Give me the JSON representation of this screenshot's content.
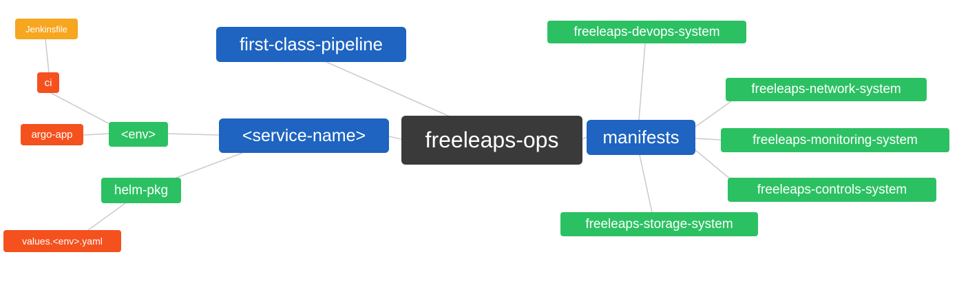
{
  "colors": {
    "background": "#ffffff",
    "text": "#ffffff",
    "edge": "#cccccc",
    "root_bg": "#3a3a3a",
    "branch_bg": "#1e64c0",
    "leaf_green_bg": "#2bc162",
    "leaf_red_bg": "#f4511e",
    "leaf_amber_bg": "#f6a61f"
  },
  "nodes": {
    "root": {
      "label": "freeleaps-ops"
    },
    "first_class_pipeline": {
      "label": "first-class-pipeline"
    },
    "service_name": {
      "label": "<service-name>"
    },
    "manifests": {
      "label": "manifests"
    },
    "env": {
      "label": "<env>"
    },
    "helm_pkg": {
      "label": "helm-pkg"
    },
    "ci": {
      "label": "ci"
    },
    "argo_app": {
      "label": "argo-app"
    },
    "jenkinsfile": {
      "label": "Jenkinsfile"
    },
    "values_env_yaml": {
      "label": "values.<env>.yaml"
    },
    "devops_system": {
      "label": "freeleaps-devops-system"
    },
    "network_system": {
      "label": "freeleaps-network-system"
    },
    "monitoring_system": {
      "label": "freeleaps-monitoring-system"
    },
    "controls_system": {
      "label": "freeleaps-controls-system"
    },
    "storage_system": {
      "label": "freeleaps-storage-system"
    }
  },
  "edges": [
    [
      "jenkinsfile",
      "ci"
    ],
    [
      "ci",
      "env"
    ],
    [
      "argo_app",
      "env"
    ],
    [
      "env",
      "service_name"
    ],
    [
      "helm_pkg",
      "service_name"
    ],
    [
      "values_env_yaml",
      "helm_pkg"
    ],
    [
      "first_class_pipeline",
      "root"
    ],
    [
      "service_name",
      "root"
    ],
    [
      "root",
      "manifests"
    ],
    [
      "manifests",
      "devops_system"
    ],
    [
      "manifests",
      "network_system"
    ],
    [
      "manifests",
      "monitoring_system"
    ],
    [
      "manifests",
      "controls_system"
    ],
    [
      "manifests",
      "storage_system"
    ]
  ]
}
